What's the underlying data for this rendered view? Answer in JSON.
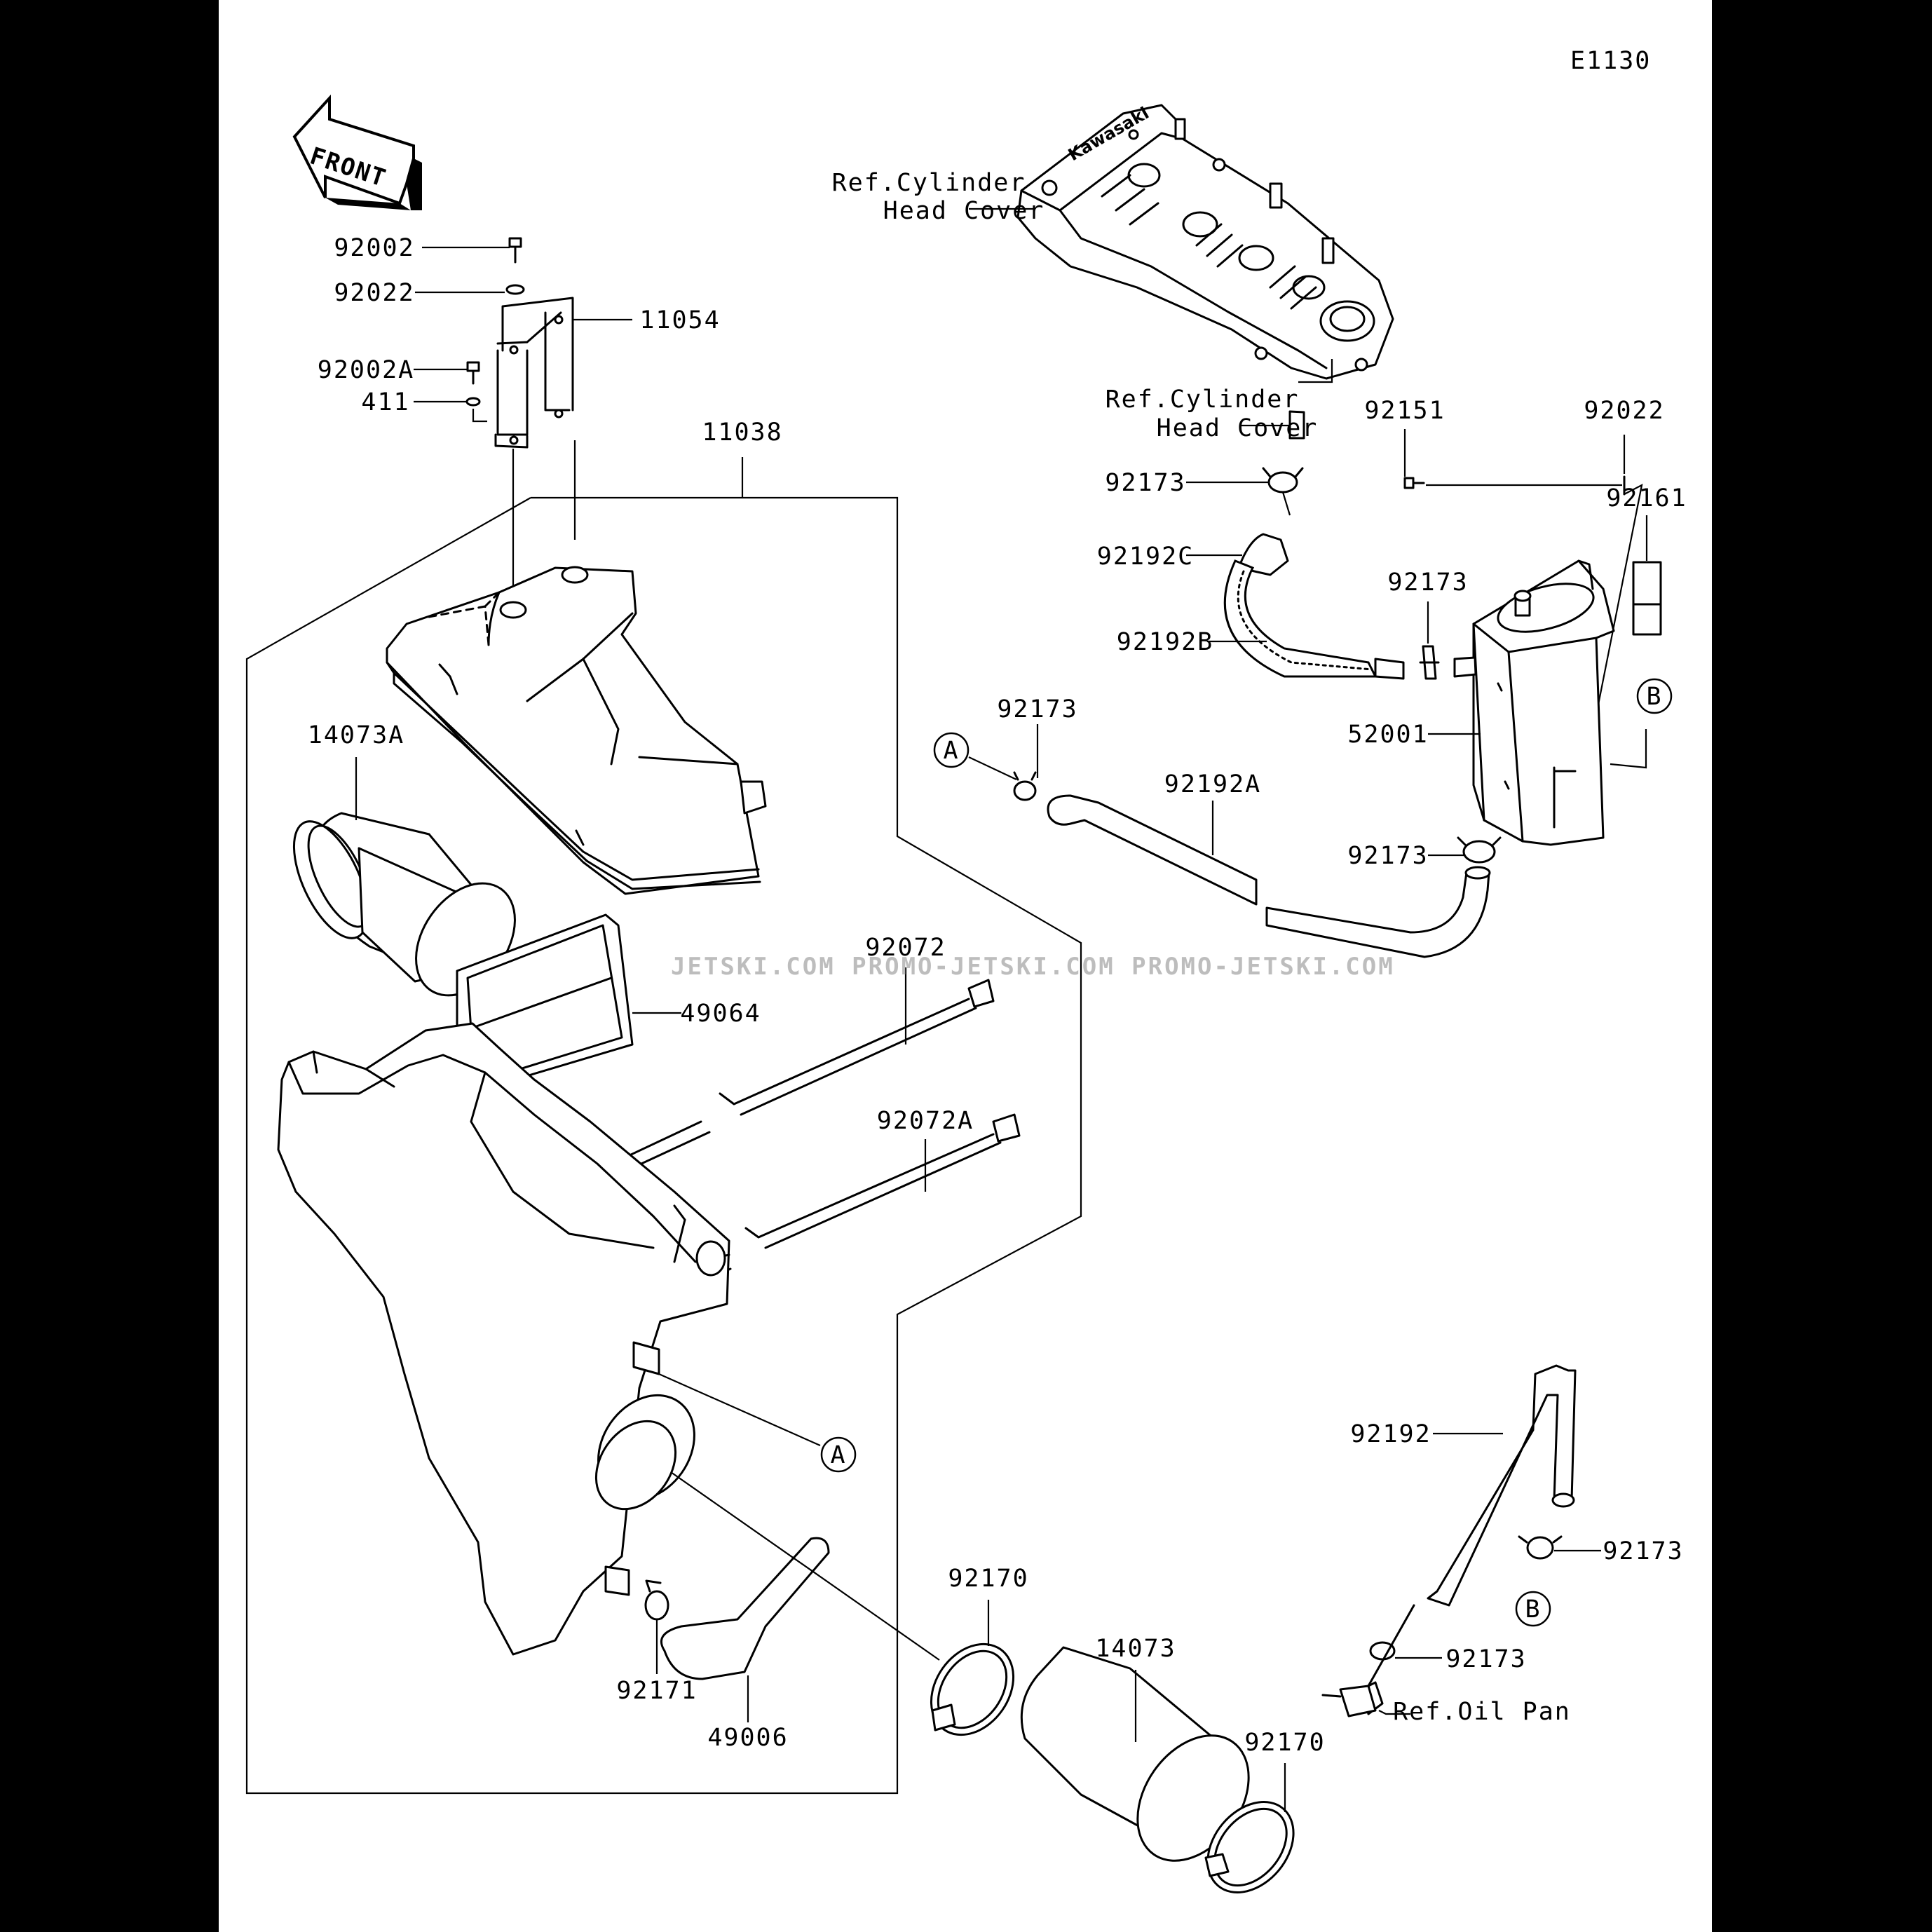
{
  "diagram_code": "E1130",
  "front_label": "FRONT",
  "watermark": "JETSKI.COM  PROMO-JETSKI.COM  PROMO-JETSKI.COM",
  "labels": {
    "p92002": "92002",
    "p92022_left": "92022",
    "p11054": "11054",
    "p92002A": "92002A",
    "p411": "411",
    "p11038": "11038",
    "p14073A": "14073A",
    "p49064": "49064",
    "p92072": "92072",
    "p92072A": "92072A",
    "ref_head_cover_1_line1": "Ref.Cylinder",
    "ref_head_cover_1_line2": "Head Cover",
    "ref_head_cover_2_line1": "Ref.Cylinder",
    "ref_head_cover_2_line2": "Head Cover",
    "p92151": "92151",
    "p92022_right": "92022",
    "p92161": "92161",
    "p92173_a": "92173",
    "p92192C": "92192C",
    "p92173_b": "92173",
    "p92192B": "92192B",
    "p92173_c": "92173",
    "p92192A": "92192A",
    "p52001": "52001",
    "p92173_d": "92173",
    "p92192": "92192",
    "p92173_e": "92173",
    "p92173_f": "92173",
    "ref_oil_pan": "Ref.Oil Pan",
    "p92170_a": "92170",
    "p14073": "14073",
    "p92170_b": "92170",
    "p92171": "92171",
    "p49006": "49006",
    "marker_A": "A",
    "marker_B": "B"
  }
}
